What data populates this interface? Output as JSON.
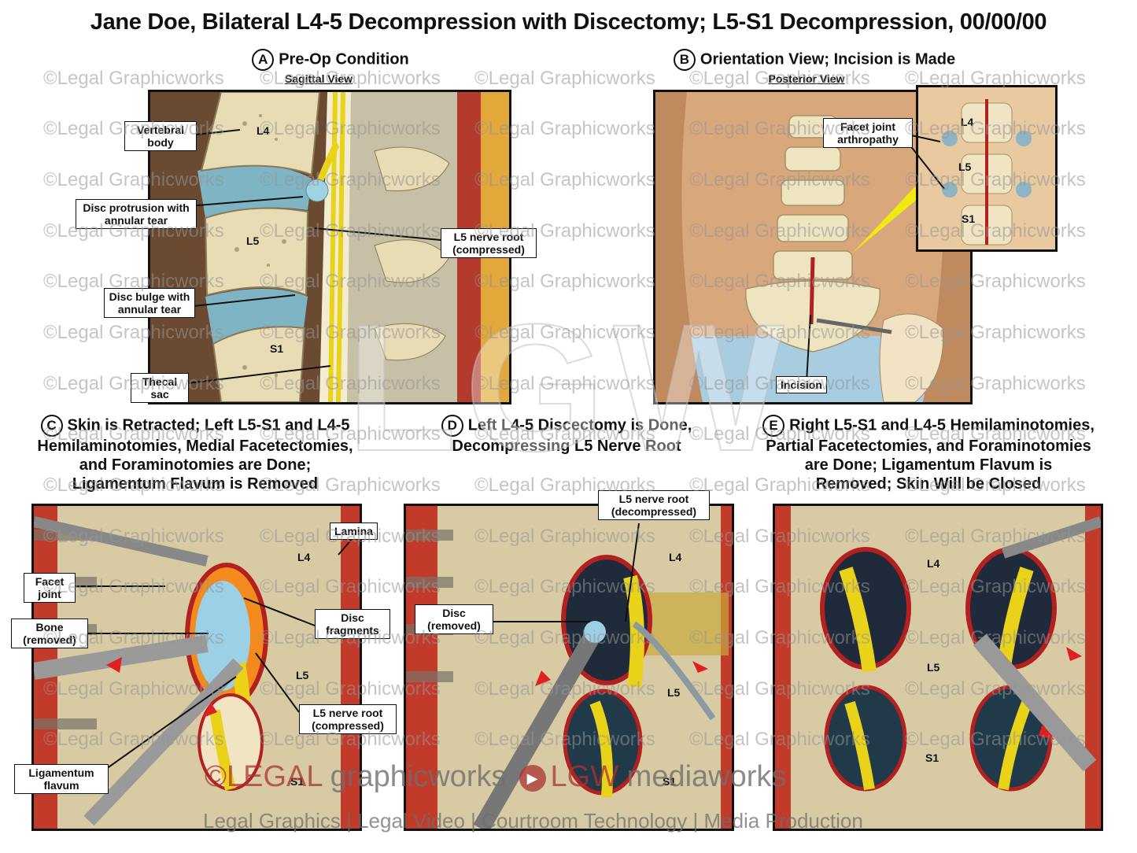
{
  "title": "Jane Doe, Bilateral L4-5 Decompression with Discectomy; L5-S1 Decompression, 00/00/00",
  "watermark": "©Legal Graphicworks",
  "big_watermark": "LGW",
  "panels": {
    "A": {
      "letter": "A",
      "caption": "Pre-Op Condition",
      "view": "Sagittal View",
      "vertebrae": [
        "L4",
        "L5",
        "S1"
      ],
      "labels": [
        "Vertebral body",
        "Disc protrusion with annular tear",
        "L5 nerve root (compressed)",
        "Disc bulge with annular tear",
        "Thecal sac"
      ]
    },
    "B": {
      "letter": "B",
      "caption": "Orientation View; Incision is Made",
      "view": "Posterior View",
      "vertebrae": [
        "L4",
        "L5",
        "S1"
      ],
      "labels": [
        "Facet joint arthropathy",
        "Incision"
      ]
    },
    "C": {
      "letter": "C",
      "caption_lines": [
        "Skin is Retracted; Left L5-S1 and L4-5",
        "Hemilaminotomies, Medial Facetectomies,",
        "and Foraminotomies are Done;",
        "Ligamentum Flavum is Removed"
      ],
      "vertebrae": [
        "L4",
        "L5",
        "S1"
      ],
      "labels": [
        "Lamina",
        "Facet joint",
        "Bone (removed)",
        "Disc fragments",
        "L5 nerve root (compressed)",
        "Ligamentum flavum"
      ]
    },
    "D": {
      "letter": "D",
      "caption_lines": [
        "Left L4-5 Discectomy is Done,",
        "Decompressing L5 Nerve Root"
      ],
      "vertebrae": [
        "L4",
        "L5",
        "S1"
      ],
      "labels": [
        "L5 nerve root (decompressed)",
        "Disc (removed)"
      ]
    },
    "E": {
      "letter": "E",
      "caption_lines": [
        "Right L5-S1 and L4-5 Hemilaminotomies,",
        "Partial Facetectomies, and Foraminotomies",
        "are Done; Ligamentum Flavum is",
        "Removed; Skin Will be Closed"
      ],
      "vertebrae": [
        "L4",
        "L5",
        "S1"
      ]
    }
  },
  "footer": {
    "logo_legal": "LEGAL",
    "logo_graphicworks": "graphicworks",
    "logo_lgw": "LGW",
    "logo_mediaworks": "mediaworks",
    "tagline": "Legal Graphics | Legal Video | Courtroom Technology | Media Production"
  },
  "colors": {
    "bone": "#e8dcb5",
    "disc": "#7fb4c4",
    "nerve": "#e8d21a",
    "tissue": "#c23a2a",
    "background_brown": "#6b4a32",
    "skin": "#d9a77c"
  }
}
